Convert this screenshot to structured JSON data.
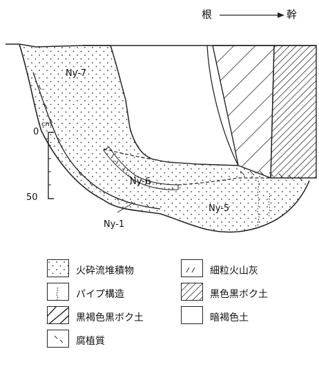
{
  "direction": {
    "from": "根",
    "to": "幹"
  },
  "scale": {
    "unit": "cm",
    "ticks": [
      "0",
      "50"
    ]
  },
  "horizons": [
    "Ny-7",
    "Ny-6",
    "Ny-5",
    "Ny-1"
  ],
  "legend": [
    {
      "label": "火砕流堆積物",
      "pattern": "dots-icon"
    },
    {
      "label": "細粒火山灰",
      "pattern": "fine-ash-icon"
    },
    {
      "label": "パイプ構造",
      "pattern": "pipe-structure-icon"
    },
    {
      "label": "黒色黒ボク土",
      "pattern": "dense-hatch-icon"
    },
    {
      "label": "黒褐色黒ボク土",
      "pattern": "sparse-hatch-icon"
    },
    {
      "label": "暗褐色土",
      "pattern": "blank-icon"
    },
    {
      "label": "腐植質",
      "pattern": "dash-icon"
    }
  ]
}
